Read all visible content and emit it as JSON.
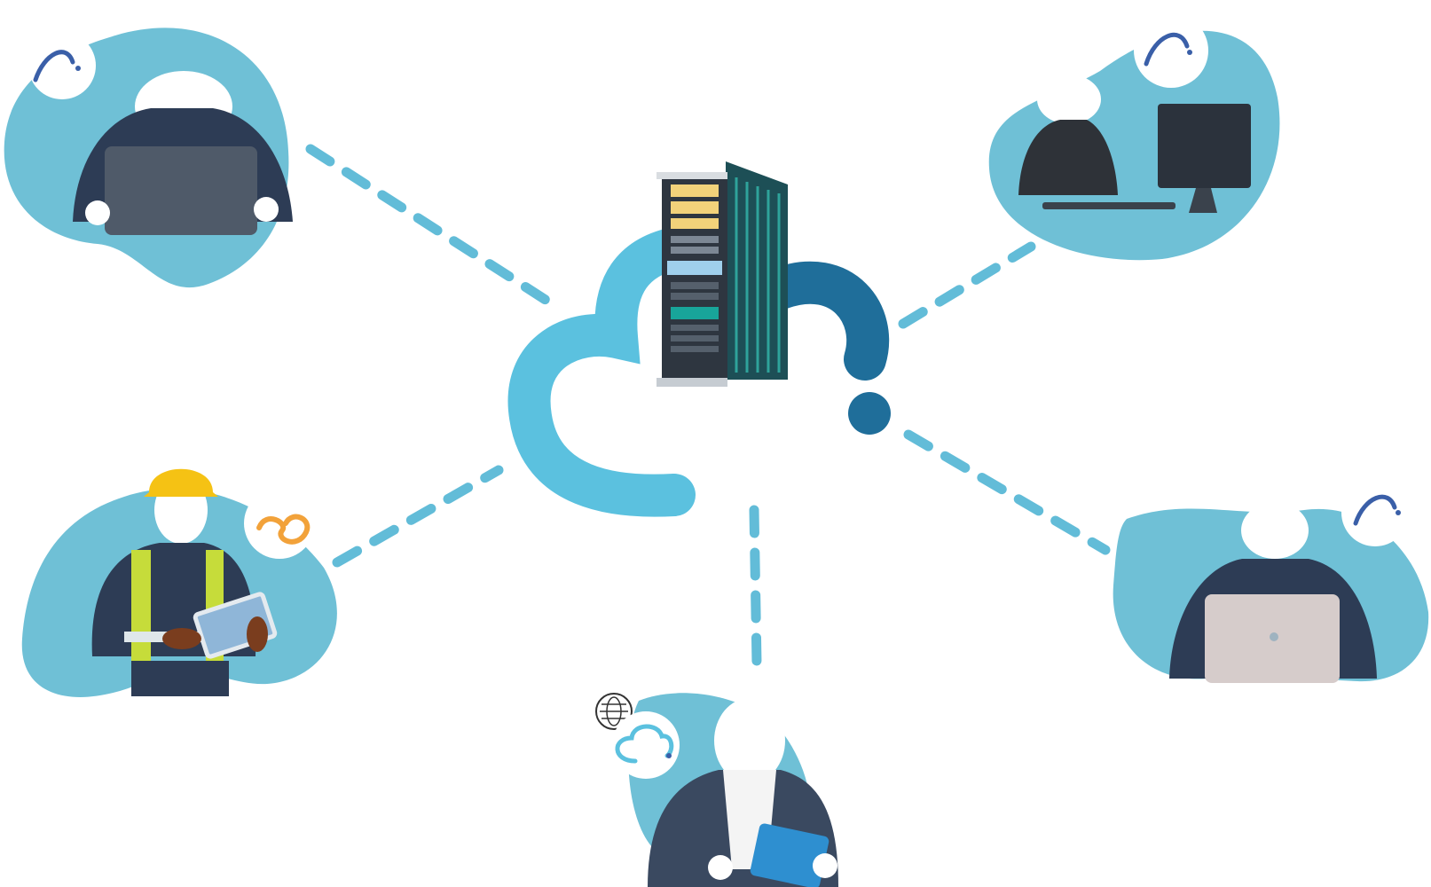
{
  "colors": {
    "background": "#ffffff",
    "blob": "#6fc0d6",
    "dash": "#62bcd8",
    "cloud_light": "#5bc1df",
    "cloud_dark": "#1f6e9a",
    "navy": "#2d3c55",
    "dark_suit": "#3a4960",
    "laptop_dark": "#4f5a69",
    "laptop_light": "#d6cccb",
    "monitor": "#2b323c",
    "helmet": "#f5c214",
    "vest_yellow": "#c6dc3a",
    "vest_stripe": "#dfe7ea",
    "glove": "#7a3d1e",
    "rack_front": "#2e3640",
    "rack_side": "#1d4f56",
    "accent_yellow": "#f2d27a",
    "accent_teal": "#18a59a",
    "icon_blue": "#3a5fa8",
    "icon_orange": "#f2a23a",
    "tablet_blue": "#2e8fd0"
  },
  "diagram": {
    "hub": {
      "label": "",
      "icons": [
        "cloud-icon",
        "server-rack-icon"
      ]
    },
    "users": [
      {
        "id": "user-laptop-top-left",
        "device": "laptop",
        "badge_icon": "wifi-icon"
      },
      {
        "id": "user-desktop-top-right",
        "device": "desktop-monitor",
        "badge_icon": "wifi-icon"
      },
      {
        "id": "user-worker-tablet-left",
        "device": "tablet",
        "badge_icon": "infinity-link-icon"
      },
      {
        "id": "user-tablet-bottom",
        "device": "tablet",
        "badge_icon": "cloud-icon",
        "extra_icon": "globe-icon"
      },
      {
        "id": "user-laptop-right",
        "device": "laptop",
        "badge_icon": "wifi-icon"
      }
    ],
    "connections": 5
  }
}
